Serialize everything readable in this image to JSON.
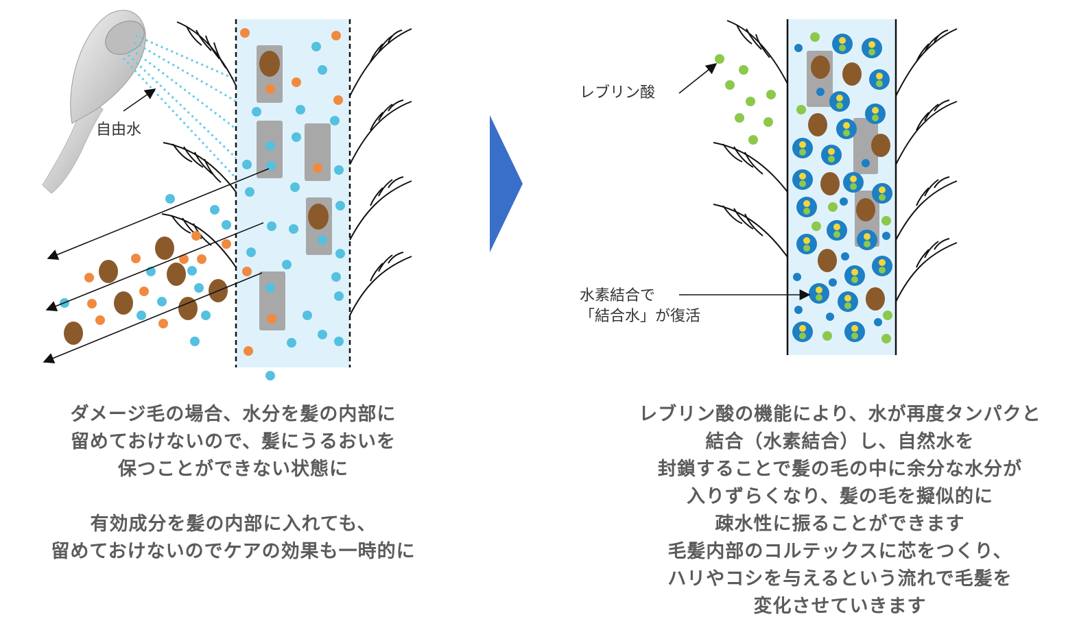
{
  "left_panel": {
    "label_free_water": "自由水",
    "caption_block1": [
      "ダメージ毛の場合、水分を髪の内部に",
      "留めておけないので、髪にうるおいを",
      "保つことができない状態に"
    ],
    "caption_block2": [
      "有効成分を髪の内部に入れても、",
      "留めておけないのでケアの効果も一時的に"
    ]
  },
  "right_panel": {
    "label_levulinic_acid": "レブリン酸",
    "label_hydrogen_bond": [
      "水素結合で",
      "「結合水」が復活"
    ],
    "caption": [
      "レブリン酸の機能により、水が再度タンパクと",
      "結合（水素結合）し、自然水を",
      "封鎖することで髪の毛の中に余分な水分が",
      "入りずらくなり、髪の毛を擬似的に",
      "疎水性に振ることができます",
      "毛髪内部のコルテックスに芯をつくり、",
      "ハリやコシを与えるという流れで毛髪を",
      "変化させていきます"
    ]
  },
  "colors": {
    "hair_fill": "#dff2fb",
    "water_drop": "#55c0e0",
    "active_ingredient": "#f08a40",
    "protein": "#8a5a2b",
    "cortex_block": "#a8a8a8",
    "arrow": "#3a6fc9",
    "levulinic_acid": "#8cc84b",
    "bound_water_outer": "#1d7fc4",
    "bound_water_inner": "#f2d63a"
  }
}
